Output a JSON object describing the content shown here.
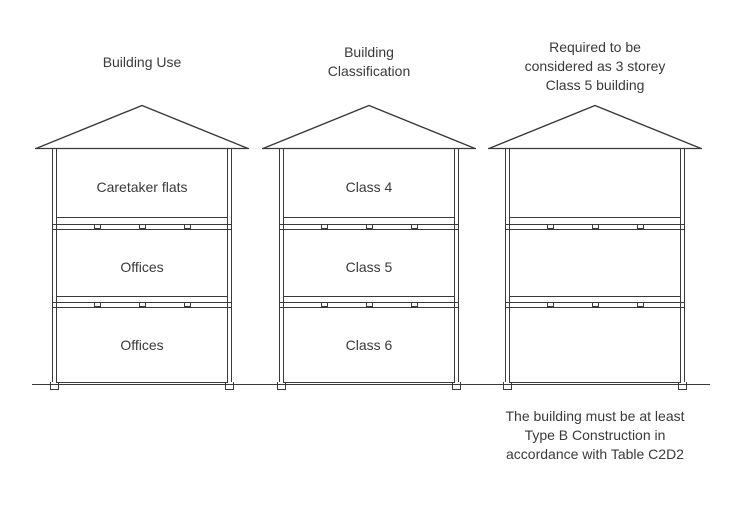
{
  "diagram": {
    "line_color": "#3a3a3a",
    "text_color": "#3a3a3a",
    "background": "#ffffff",
    "buildings": [
      {
        "id": "left",
        "title": "Building Use",
        "floors": [
          "Caretaker flats",
          "Offices",
          "Offices"
        ]
      },
      {
        "id": "middle",
        "title": "Building\nClassification",
        "floors": [
          "Class 4",
          "Class 5",
          "Class 6"
        ]
      },
      {
        "id": "right",
        "title": "Required to be\nconsidered as 3 storey\nClass 5 building",
        "floors": [
          "",
          "",
          ""
        ]
      }
    ],
    "note": "The building must be at least\nType B Construction in\naccordance with Table C2D2"
  }
}
